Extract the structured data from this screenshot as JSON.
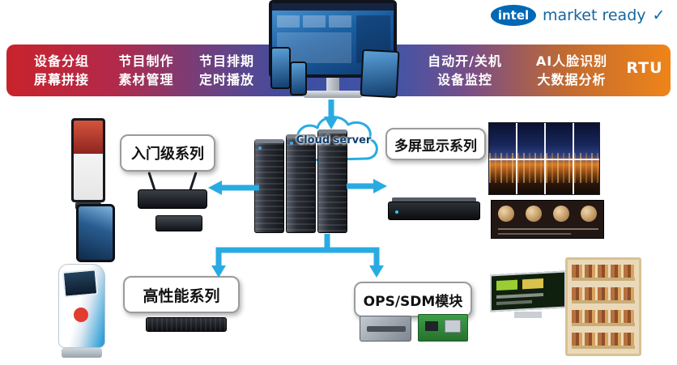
{
  "brand": {
    "intel_logo": "intel",
    "tagline": "market ready",
    "checkmark": "✓"
  },
  "banner": {
    "items": [
      {
        "line1": "设备分组",
        "line2": "屏幕拼接"
      },
      {
        "line1": "节目制作",
        "line2": "素材管理"
      },
      {
        "line1": "节目排期",
        "line2": "定时播放"
      },
      {
        "line1": "自动开/关机",
        "line2": "设备监控"
      },
      {
        "line1": "AI人脸识别",
        "line2": "大数据分析"
      },
      {
        "line1": "RTU"
      }
    ]
  },
  "cloud": {
    "label": "Cloud server"
  },
  "nodes": {
    "entry": "入门级系列",
    "multiscreen": "多屏显示系列",
    "performance": "高性能系列",
    "ops_sdm": "OPS/SDM模块"
  },
  "colors": {
    "arrow": "#29abe2",
    "intel_blue": "#0068b5",
    "banner_gradient_start": "#c8232c",
    "banner_gradient_middle": "#3e4ea2",
    "banner_gradient_end": "#ef8418"
  }
}
